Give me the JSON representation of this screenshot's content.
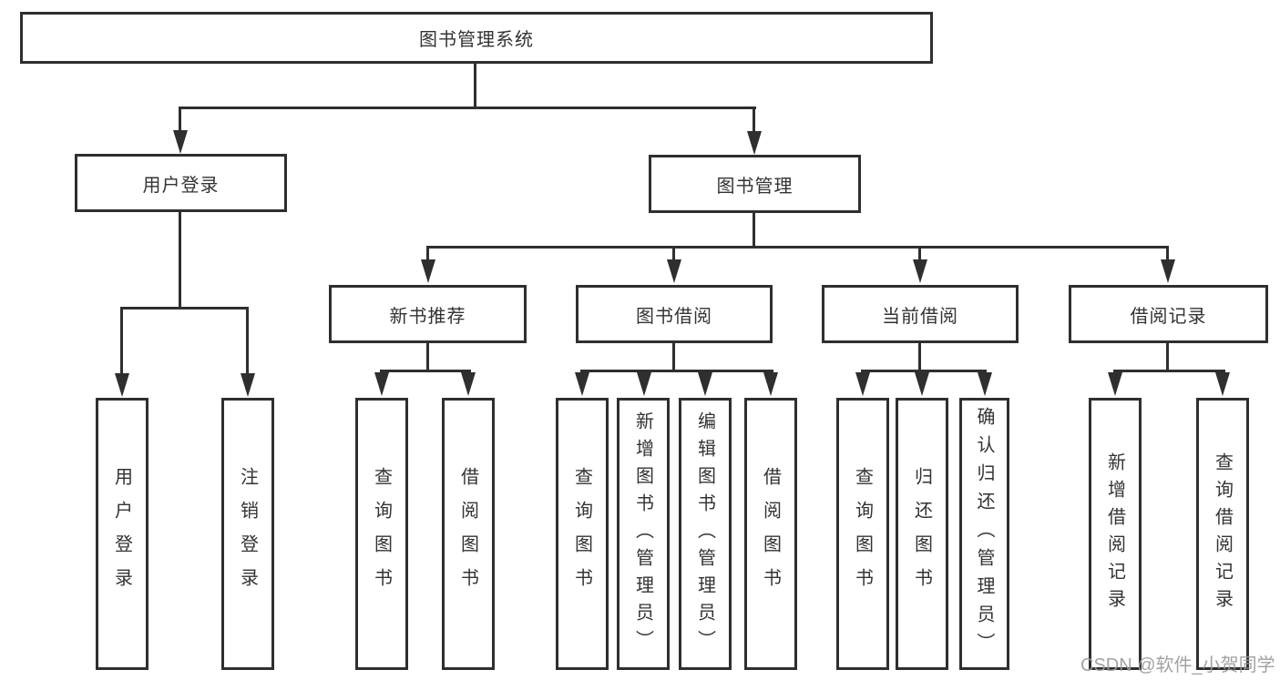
{
  "diagram": {
    "root": "图书管理系统",
    "user_login": {
      "label": "用户登录",
      "children": [
        "用户登录",
        "注销登录"
      ]
    },
    "book_management": {
      "label": "图书管理",
      "modules": [
        {
          "label": "新书推荐",
          "children": [
            "查询图书",
            "借阅图书"
          ]
        },
        {
          "label": "图书借阅",
          "children": [
            "查询图书",
            "新增图书（管理员）",
            "编辑图书（管理员）",
            "借阅图书"
          ]
        },
        {
          "label": "当前借阅",
          "children": [
            "查询图书",
            "归还图书",
            "确认归还（管理员）"
          ]
        },
        {
          "label": "借阅记录",
          "children": [
            "新增借阅记录",
            "查询借阅记录"
          ]
        }
      ]
    }
  },
  "watermark": "CSDN @软件_小贺同学",
  "colors": {
    "line": "#2f2f2f",
    "text": "#333333",
    "background": "#ffffff",
    "watermark": "#9b9b9b"
  }
}
